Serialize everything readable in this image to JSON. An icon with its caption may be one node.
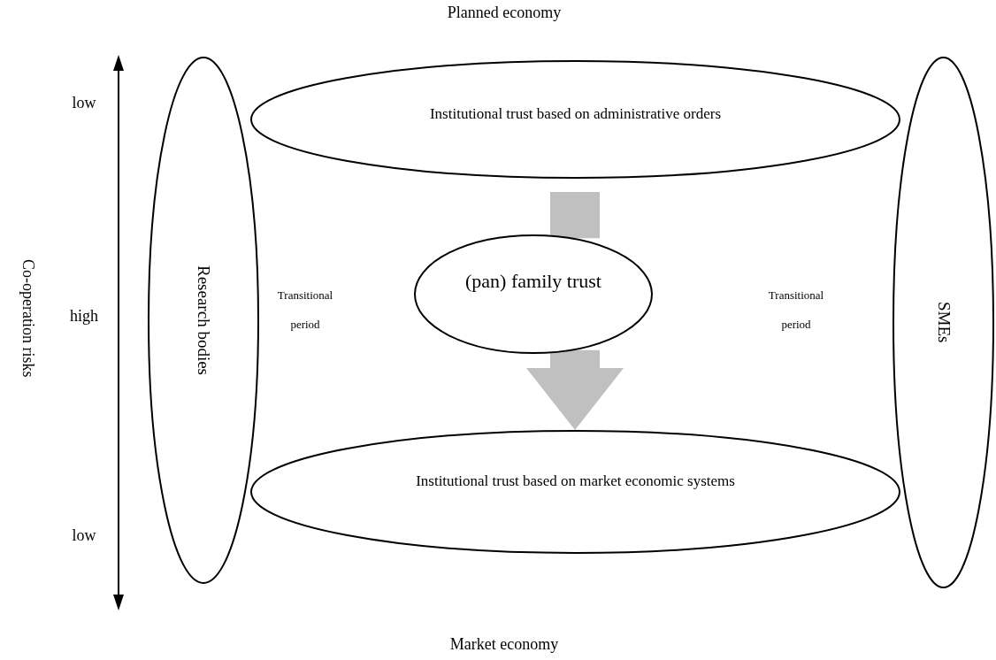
{
  "diagram": {
    "nodes": [
      {
        "text": [
          "Institutional trust based on administrative orders"
        ]
      },
      {
        "text": [
          "(pan) family trust"
        ]
      },
      {
        "text": [
          "Institutional trust based on market economic systems"
        ]
      },
      {
        "text": [
          "Research bodies"
        ]
      },
      {
        "text": [
          "SMEs"
        ]
      }
    ],
    "edges": [
      {
        "from": 0,
        "to": 1,
        "arrow": "none"
      },
      {
        "from": 1,
        "to": 2,
        "arrow": "to"
      }
    ],
    "labels": [
      "Planned economy",
      "low",
      "Co-operation risks",
      "Transitional period",
      "high",
      "Transitional period",
      "low",
      "Market economy"
    ]
  }
}
